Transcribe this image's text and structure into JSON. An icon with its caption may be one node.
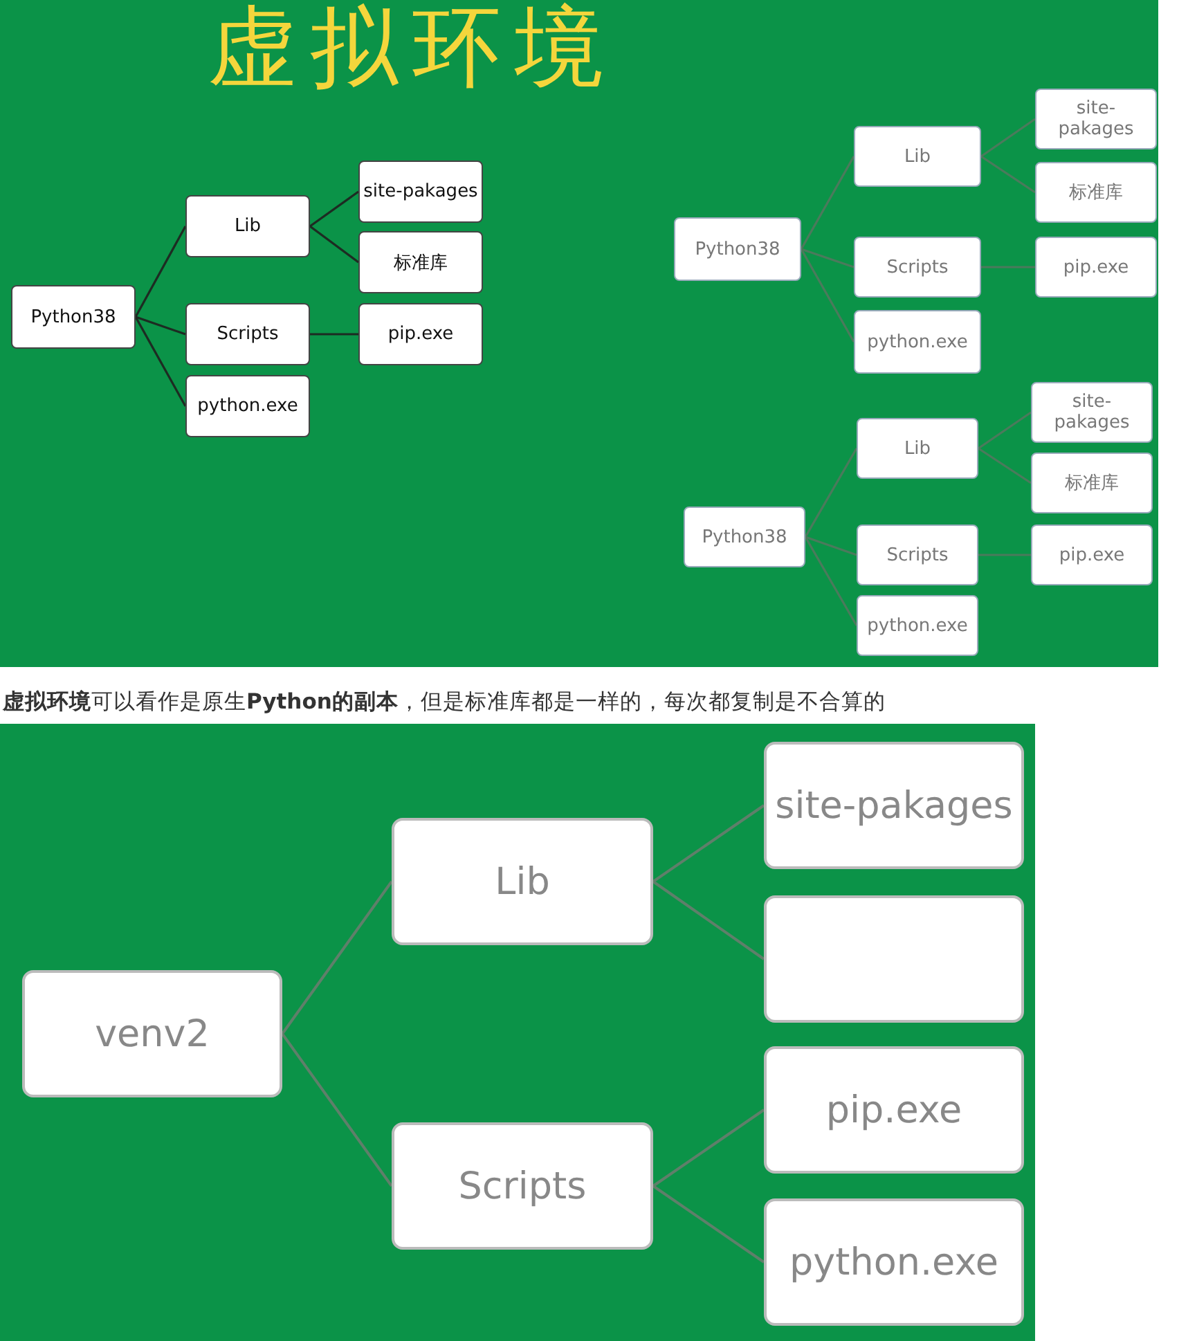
{
  "diagram": {
    "title": "虚拟环境",
    "caption": "**虚拟环境**可以看作是原生**Python的副本**，但是标准库都是一样的，每次都复制是不合算的",
    "nodes": [
      {
        "text": [
          "Python38"
        ]
      },
      {
        "text": [
          "Lib"
        ]
      },
      {
        "text": [
          "Scripts"
        ]
      },
      {
        "text": [
          "python.exe"
        ]
      },
      {
        "text": [
          "site-pakages"
        ]
      },
      {
        "text": [
          "标准库"
        ]
      },
      {
        "text": [
          "pip.exe"
        ]
      },
      {
        "text": [
          "Python38"
        ]
      },
      {
        "text": [
          "Lib"
        ]
      },
      {
        "text": [
          "Scripts"
        ]
      },
      {
        "text": [
          "python.exe"
        ]
      },
      {
        "text": [
          "site-pakages"
        ]
      },
      {
        "text": [
          "标准库"
        ]
      },
      {
        "text": [
          "pip.exe"
        ]
      },
      {
        "text": [
          "Python38"
        ]
      },
      {
        "text": [
          "Lib"
        ]
      },
      {
        "text": [
          "Scripts"
        ]
      },
      {
        "text": [
          "python.exe"
        ]
      },
      {
        "text": [
          "site-pakages"
        ]
      },
      {
        "text": [
          "标准库"
        ]
      },
      {
        "text": [
          "pip.exe"
        ]
      },
      {
        "text": [
          "venv2"
        ]
      },
      {
        "text": [
          "Lib"
        ]
      },
      {
        "text": [
          "Scripts"
        ]
      },
      {
        "text": [
          "site-pakages"
        ]
      },
      {
        "text": [],
        "shape": "box"
      },
      {
        "text": [
          "pip.exe"
        ]
      },
      {
        "text": [
          "python.exe"
        ]
      }
    ],
    "edges": [
      {
        "from": 0,
        "to": 1,
        "arrow": "none"
      },
      {
        "from": 0,
        "to": 2,
        "arrow": "none"
      },
      {
        "from": 0,
        "to": 3,
        "arrow": "none"
      },
      {
        "from": 1,
        "to": 4,
        "arrow": "none"
      },
      {
        "from": 1,
        "to": 5,
        "arrow": "none"
      },
      {
        "from": 2,
        "to": 6,
        "arrow": "none"
      },
      {
        "from": 7,
        "to": 8,
        "arrow": "none"
      },
      {
        "from": 7,
        "to": 9,
        "arrow": "none"
      },
      {
        "from": 7,
        "to": 10,
        "arrow": "none"
      },
      {
        "from": 8,
        "to": 11,
        "arrow": "none"
      },
      {
        "from": 8,
        "to": 12,
        "arrow": "none"
      },
      {
        "from": 9,
        "to": 13,
        "arrow": "none"
      },
      {
        "from": 14,
        "to": 15,
        "arrow": "none"
      },
      {
        "from": 14,
        "to": 16,
        "arrow": "none"
      },
      {
        "from": 14,
        "to": 17,
        "arrow": "none"
      },
      {
        "from": 15,
        "to": 18,
        "arrow": "none"
      },
      {
        "from": 15,
        "to": 19,
        "arrow": "none"
      },
      {
        "from": 16,
        "to": 20,
        "arrow": "none"
      },
      {
        "from": 21,
        "to": 22,
        "arrow": "none"
      },
      {
        "from": 21,
        "to": 23,
        "arrow": "none"
      },
      {
        "from": 22,
        "to": 24,
        "arrow": "none"
      },
      {
        "from": 22,
        "to": 25,
        "arrow": "none"
      },
      {
        "from": 23,
        "to": 26,
        "arrow": "none"
      },
      {
        "from": 23,
        "to": 27,
        "arrow": "none"
      }
    ]
  }
}
